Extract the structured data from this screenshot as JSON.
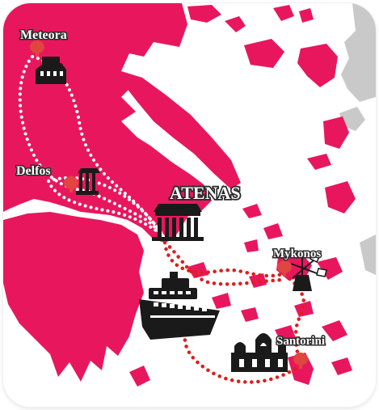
{
  "map": {
    "colors": {
      "land": "#e8175d",
      "sea": "#ffffff",
      "neighbor_land": "#c9c9c9",
      "route_land": "#ffffff",
      "route_sea": "#e01d1d",
      "pin": "#e0453f",
      "monument": "#1a1a1a"
    },
    "places": {
      "meteora": {
        "label": "Meteora",
        "icon": "monastery-icon"
      },
      "delfos": {
        "label": "Delfos",
        "icon": "temple-icon"
      },
      "atenas": {
        "label": "ATENAS",
        "icon": "parthenon-icon"
      },
      "mykonos": {
        "label": "Mykonos",
        "icon": "windmill-icon"
      },
      "santorini": {
        "label": "Santorini",
        "icon": "church-icon"
      }
    },
    "ferry": {
      "icon": "ferry-icon"
    }
  }
}
